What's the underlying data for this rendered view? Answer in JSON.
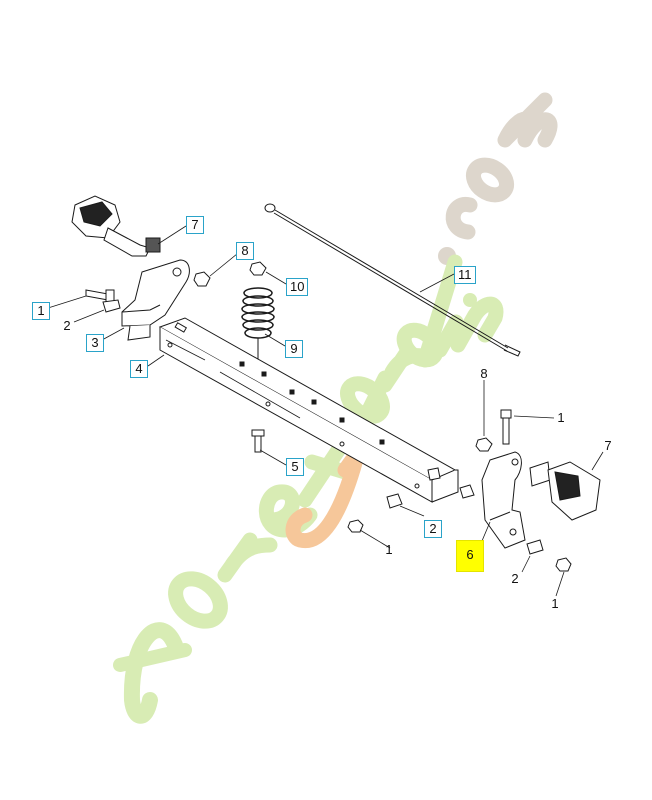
{
  "diagram": {
    "callouts": [
      {
        "id": "c1a",
        "text": "1",
        "boxed": true
      },
      {
        "id": "c2a",
        "text": "2",
        "boxed": false
      },
      {
        "id": "c3",
        "text": "3",
        "boxed": true
      },
      {
        "id": "c4",
        "text": "4",
        "boxed": true
      },
      {
        "id": "c5",
        "text": "5",
        "boxed": true
      },
      {
        "id": "c7a",
        "text": "7",
        "boxed": true
      },
      {
        "id": "c8a",
        "text": "8",
        "boxed": true
      },
      {
        "id": "c9",
        "text": "9",
        "boxed": true
      },
      {
        "id": "c10",
        "text": "10",
        "boxed": true
      },
      {
        "id": "c11",
        "text": "11",
        "boxed": true
      },
      {
        "id": "c8b",
        "text": "8",
        "boxed": false
      },
      {
        "id": "c1b",
        "text": "1",
        "boxed": false
      },
      {
        "id": "c7b",
        "text": "7",
        "boxed": false
      },
      {
        "id": "c2b",
        "text": "2",
        "boxed": true
      },
      {
        "id": "c1c",
        "text": "1",
        "boxed": false
      },
      {
        "id": "c6",
        "text": "6",
        "boxed": false,
        "highlighted": true
      },
      {
        "id": "c2c",
        "text": "2",
        "boxed": false
      },
      {
        "id": "c1d",
        "text": "1",
        "boxed": false
      }
    ]
  },
  "watermark": {
    "brand": "foretjardin",
    "suffix": ".com",
    "colors": {
      "green": "#d8ecb4",
      "gray": "#ddd6cc",
      "orange": "#f6c79a"
    }
  },
  "colors": {
    "line": "#1a1a1a",
    "callout_box": "#2aa3c9",
    "highlight": "#ffff00"
  }
}
